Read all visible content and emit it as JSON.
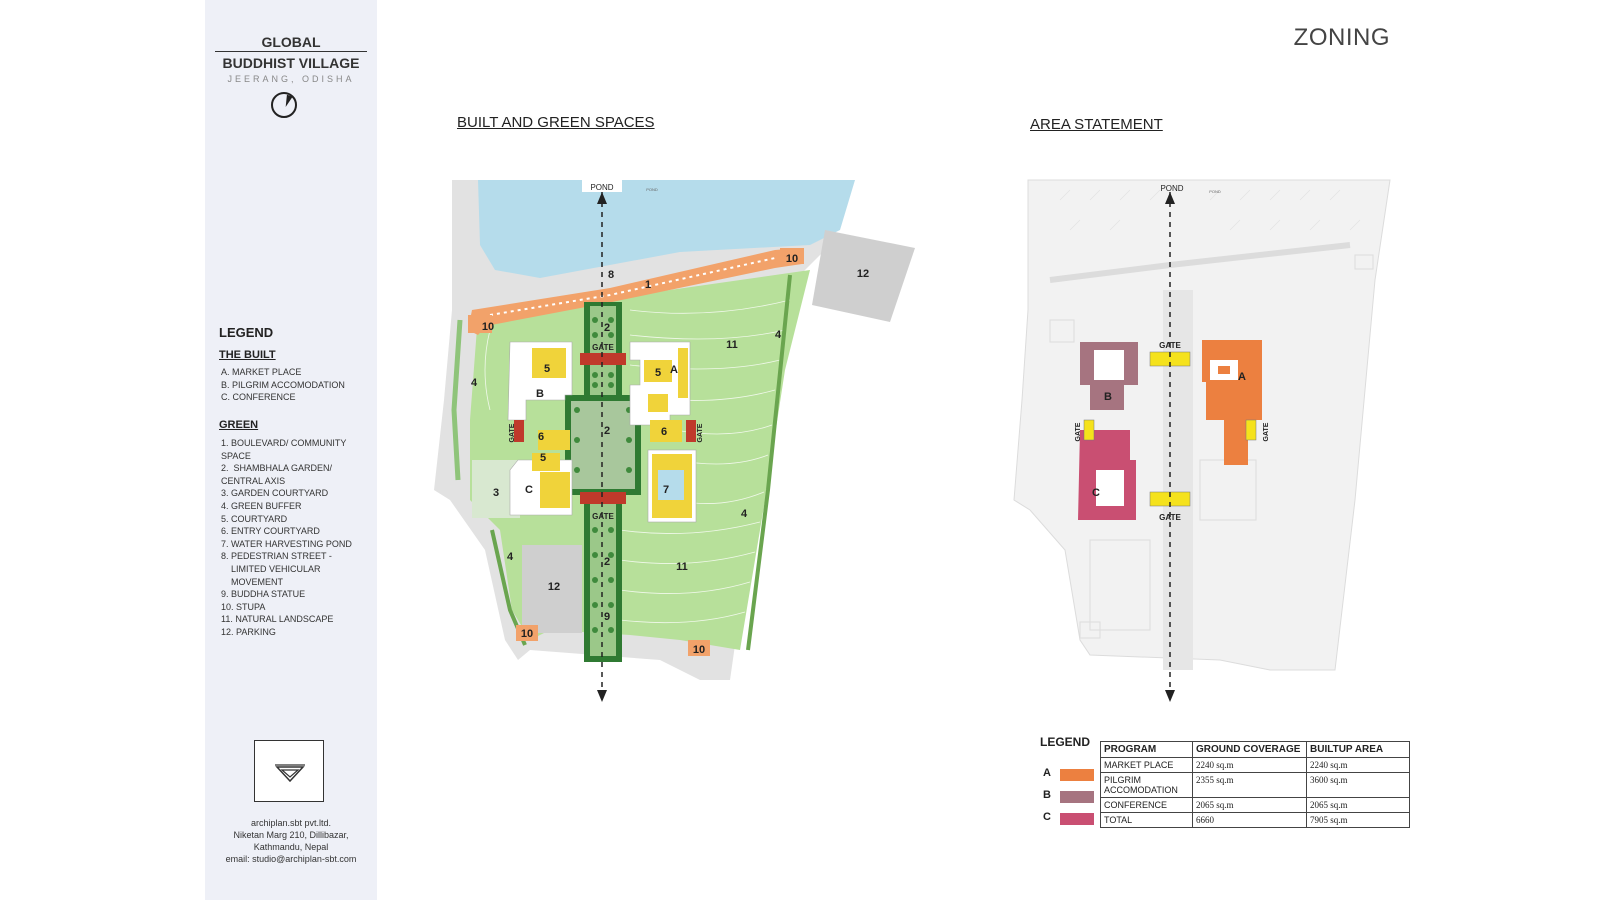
{
  "project": {
    "title_line1": "GLOBAL",
    "title_line2": "BUDDHIST VILLAGE",
    "location": "JEERANG, ODISHA"
  },
  "page_title": "ZONING",
  "legend": {
    "heading": "LEGEND",
    "built_heading": "THE BUILT",
    "built_items": [
      "A. MARKET PLACE",
      "B. PILGRIM ACCOMODATION",
      "C. CONFERENCE"
    ],
    "green_heading": "GREEN",
    "green_items": [
      "1. BOULEVARD/ COMMUNITY\nSPACE",
      "2.  SHAMBHALA GARDEN/\nCENTRAL AXIS",
      "3. GARDEN COURTYARD",
      "4. GREEN BUFFER",
      "5. COURTYARD",
      "6. ENTRY COURTYARD",
      "7. WATER HARVESTING POND",
      "8. PEDESTRIAN STREET -\n    LIMITED VEHICULAR\n    MOVEMENT",
      "9. BUDDHA STATUE",
      "10. STUPA",
      "11. NATURAL LANDSCAPE",
      "12. PARKING"
    ]
  },
  "firm": {
    "name": "archiplan.sbt pvt.ltd.",
    "address1": "Niketan Marg 210, Dillibazar,",
    "address2": "Kathmandu, Nepal",
    "email": "email: studio@archiplan-sbt.com"
  },
  "built_green": {
    "heading": "BUILT AND GREEN SPACES",
    "pond_label": "POND",
    "pond_small": "POND",
    "gate_label": "GATE",
    "labels": {
      "n1": "1",
      "n2": "2",
      "n3": "3",
      "n4": "4",
      "n5": "5",
      "n6": "6",
      "n7": "7",
      "n8": "8",
      "n9": "9",
      "n10": "10",
      "n11": "11",
      "n12": "12",
      "A": "A",
      "B": "B",
      "C": "C"
    }
  },
  "area_statement": {
    "heading": "AREA STATEMENT",
    "pond_label": "POND",
    "pond_small": "POND",
    "gate_label": "GATE",
    "zones": {
      "A": "A",
      "B": "B",
      "C": "C"
    },
    "legend_heading": "LEGEND",
    "colors": {
      "A": "#ec8040",
      "B": "#a67480",
      "C": "#c94f72"
    },
    "table": {
      "headers": [
        "PROGRAM",
        "GROUND COVERAGE",
        "BUILTUP AREA"
      ],
      "rows": [
        [
          "MARKET PLACE",
          "2240 sq.m",
          "2240 sq.m"
        ],
        [
          "PILGRIM\nACCOMODATION",
          "2355 sq.m",
          "3600 sq.m"
        ],
        [
          "CONFERENCE",
          "2065 sq.m",
          "2065 sq.m"
        ],
        [
          "TOTAL",
          "6660",
          "7905 sq.m"
        ]
      ]
    }
  },
  "colors": {
    "pond": "#b5dceb",
    "green": "#b7e09a",
    "dark_green": "#3c8a3a",
    "orange": "#f2a26a",
    "courtyard": "#f0d33a",
    "gate_red": "#c0392b",
    "gate_yellow": "#f5e21c",
    "sidebar": "#eef0f7"
  }
}
